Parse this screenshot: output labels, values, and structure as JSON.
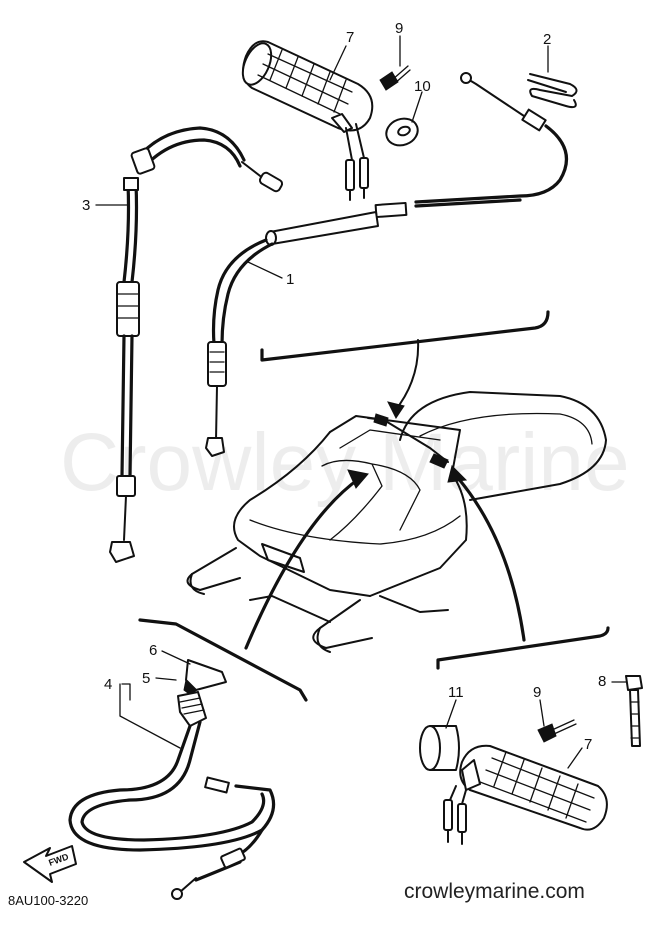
{
  "watermark": "Crowley Marine",
  "site_url": "crowleymarine.com",
  "diagram_code": "8AU100-3220",
  "fwd_label": "FWD",
  "callouts": {
    "c1": "1",
    "c2": "2",
    "c3": "3",
    "c4": "4",
    "c5": "5",
    "c6": "6",
    "c7_top": "7",
    "c7_bottom": "7",
    "c8": "8",
    "c9_top": "9",
    "c9_bottom": "9",
    "c10": "10",
    "c11": "11"
  }
}
